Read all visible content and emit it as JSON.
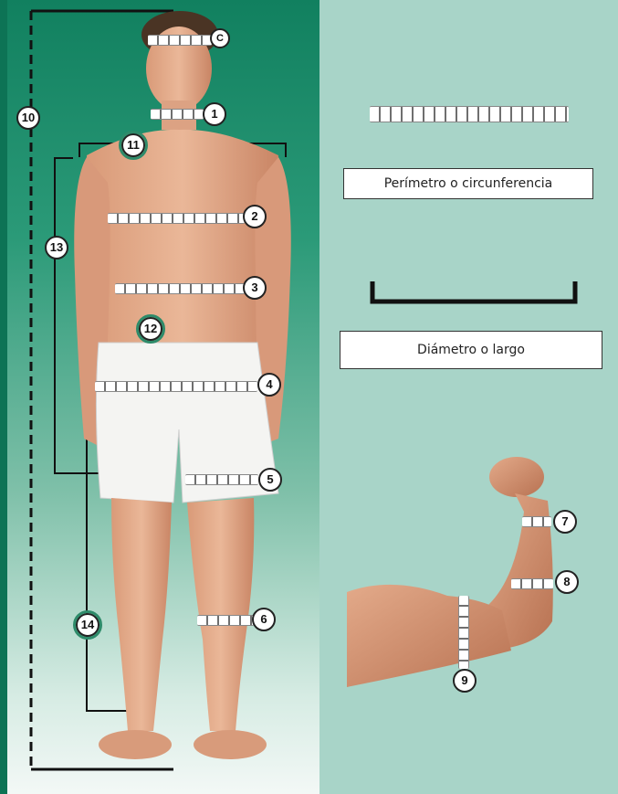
{
  "labels": {
    "c": "C",
    "n1": "1",
    "n2": "2",
    "n3": "3",
    "n4": "4",
    "n5": "5",
    "n6": "6",
    "n7": "7",
    "n8": "8",
    "n9": "9",
    "n10": "10",
    "n11": "11",
    "n12": "12",
    "n13": "13",
    "n14": "14"
  },
  "legend": {
    "perimeter": "Perímetro o circunferencia",
    "diameter": "Diámetro o largo"
  }
}
